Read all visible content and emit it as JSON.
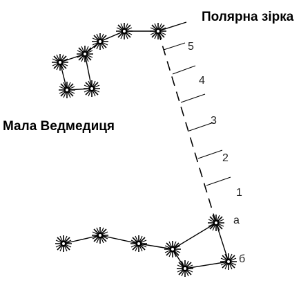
{
  "labels": {
    "polaris": "Полярна зірка",
    "ursa_minor": "Мала Ведмедиця"
  },
  "scale_marks": [
    "1",
    "2",
    "3",
    "4",
    "5"
  ],
  "pointer_stars": [
    "а",
    "б"
  ],
  "colors": {
    "ink": "#000000",
    "background": "#ffffff"
  }
}
